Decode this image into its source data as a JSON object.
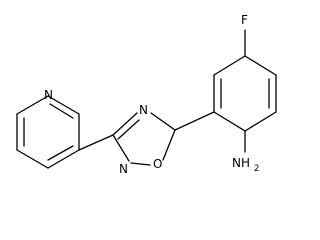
{
  "molecule": {
    "atoms": {
      "fluorine": "F",
      "pyridine_nitrogen": "N",
      "oxadiazole_n4": "N",
      "oxadiazole_o1": "O",
      "oxadiazole_n2": "N",
      "amine_n": "NH",
      "amine_sub": "2"
    }
  }
}
